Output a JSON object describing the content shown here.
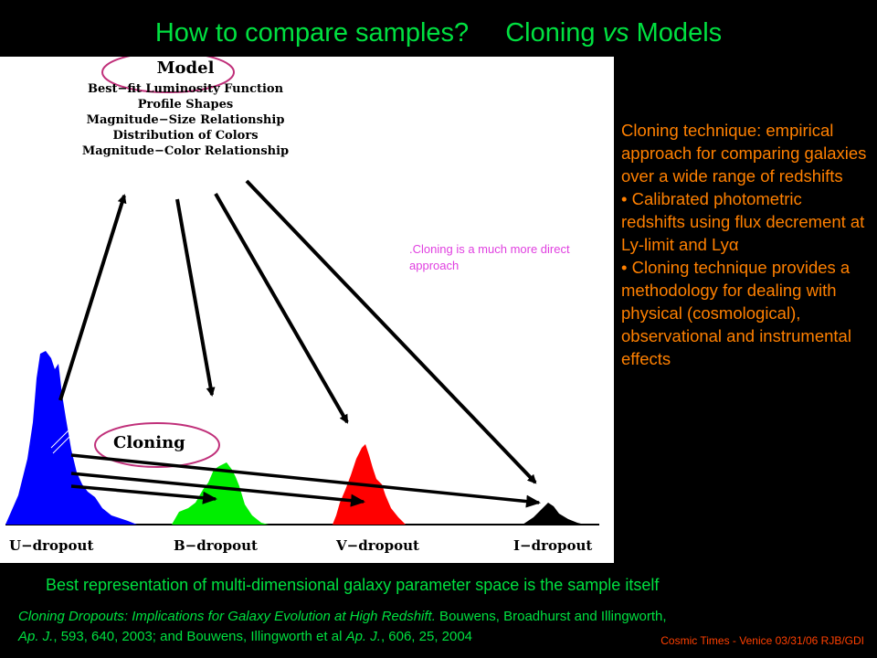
{
  "title": {
    "part1": "How to compare samples?",
    "part2_pre": "Cloning ",
    "part2_vs": "vs",
    "part2_post": " Models"
  },
  "figure": {
    "model_label": "Model",
    "model_items": [
      "Best−fit Luminosity Function",
      "Profile Shapes",
      "Magnitude−Size Relationship",
      "Distribution of Colors",
      "Magnitude−Color Relationship"
    ],
    "cloning_label": "Cloning",
    "dropouts": [
      "U−dropout",
      "B−dropout",
      "V−dropout",
      "I−dropout"
    ],
    "colors": {
      "u": "#0000ff",
      "b": "#00ee00",
      "v": "#ff0000",
      "i": "#000000",
      "ellipse": "#c0307a"
    }
  },
  "note": "Cloning is a much more direct approach",
  "right_text": {
    "p1": "Cloning technique: empirical approach for comparing galaxies over a wide range of redshifts",
    "p2": "• Calibrated photometric redshifts using flux decrement at Ly-limit and Ly",
    "p2_alpha": "α",
    "p3": "• Cloning technique provides a methodology for dealing with physical (cosmological), observational and instrumental effects"
  },
  "bottom_line": "Best representation of multi-dimensional galaxy parameter space is the sample itself",
  "citation": {
    "title": "Cloning Dropouts: Implications for Galaxy Evolution at High Redshift.",
    "authors1": " Bouwens, Broadhurst and Illingworth,",
    "journal1": "Ap. J.",
    "ref1": ", 593, 640, 2003; and  Bouwens, Illingworth et al ",
    "journal2": "Ap. J.",
    "ref2": ", 606, 25, 2004"
  },
  "footer": "Cosmic Times - Venice 03/31/06  RJB/GDI"
}
